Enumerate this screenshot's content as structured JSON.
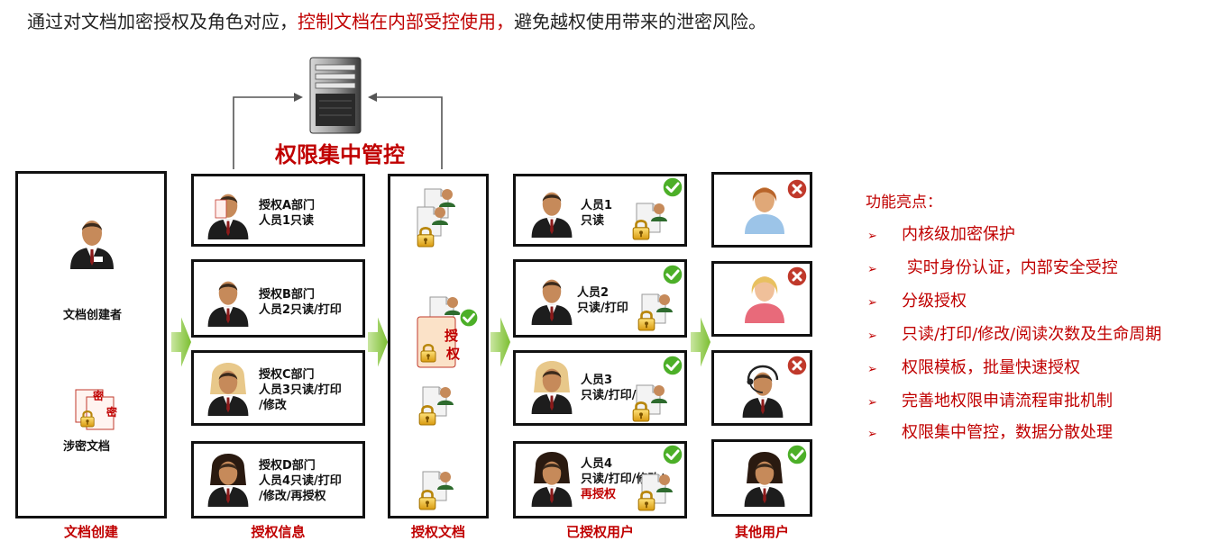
{
  "intro": {
    "part1": "通过对文档加密授权及角色对应，",
    "part2": "控制文档在内部受控使用，",
    "part3": "避免越权使用带来的泄密风险。"
  },
  "hub": {
    "title": "权限集中管控",
    "icon": "server-icon"
  },
  "creation": {
    "creator_label": "文档创建者",
    "doc_label": "涉密文档",
    "secret_char": "密"
  },
  "auth_info": [
    {
      "line1": "授权A部门",
      "line2": "人员1只读",
      "line3": ""
    },
    {
      "line1": "授权B部门",
      "line2": "人员2只读/打印",
      "line3": ""
    },
    {
      "line1": "授权C部门",
      "line2": "人员3只读/打印",
      "line3": "/修改"
    },
    {
      "line1": "授权D部门",
      "line2": "人员4只读/打印",
      "line3": "/修改/再授权"
    }
  ],
  "auth_doc": {
    "stamp_line1": "授",
    "stamp_line2": "权"
  },
  "authorized_users": [
    {
      "name": "人员1",
      "perm": "只读",
      "perm2": "",
      "extra": ""
    },
    {
      "name": "人员2",
      "perm": "只读/打印",
      "perm2": "",
      "extra": ""
    },
    {
      "name": "人员3",
      "perm": "只读/打印/修改",
      "perm2": "",
      "extra": ""
    },
    {
      "name": "人员4",
      "perm": "只读/打印/修改/",
      "perm2": "",
      "extra": "再授权"
    }
  ],
  "other_users_status": [
    "denied",
    "denied",
    "denied",
    "allowed"
  ],
  "columns": {
    "creation": "文档创建",
    "auth_info": "授权信息",
    "auth_doc": "授权文档",
    "authorized": "已授权用户",
    "others": "其他用户"
  },
  "features": {
    "title": "功能亮点：",
    "bullet": "➢",
    "items": [
      "内核级加密保护",
      " 实时身份认证，内部安全受控",
      "分级授权",
      "只读/打印/修改/阅读次数及生命周期",
      "权限模板，批量快速授权",
      "完善地权限申请流程审批机制",
      "权限集中管控，数据分散处理"
    ]
  },
  "colors": {
    "accent_red": "#c00000",
    "arrow_green": "#8cc63f",
    "check_green": "#4caf28",
    "deny_red": "#c0392b",
    "lock_gold": "#e8b428"
  }
}
